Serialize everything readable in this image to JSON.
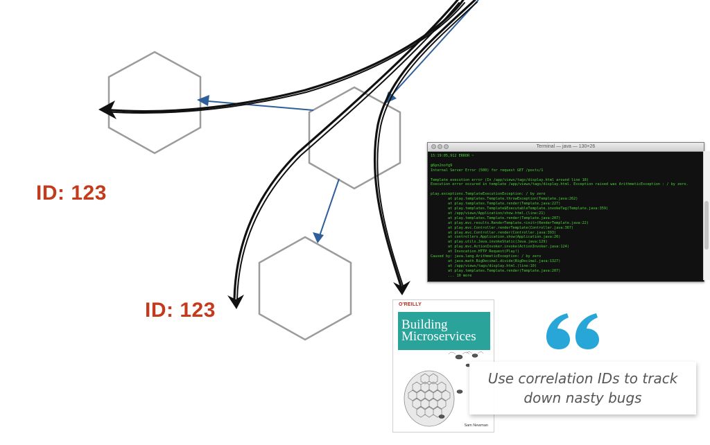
{
  "labels": {
    "id_label_1": "ID: 123",
    "id_label_2": "ID: 123"
  },
  "terminal": {
    "title": "Terminal — java — 130×26",
    "lines": [
      "15:19:05,912 ERROR ~",
      "",
      "@6pn2nofg9",
      "Internal Server Error (500) for request GET /posts/1",
      "",
      "Template execution error (In /app/views/tags/display.html around line 18)",
      "Execution error occured in template /app/views/tags/display.html. Exception raised was ArithmeticException : / by zero.",
      "",
      "play.exceptions.TemplateExecutionException: / by zero",
      "        at play.templates.Template.throwException(Template.java:262)",
      "        at play.templates.Template.render(Template.java:227)",
      "        at play.templates.Template$ExecutableTemplate.invokeTag(Template.java:359)",
      "        at /app/views/Application/show.html.(line:21)",
      "        at play.templates.Template.render(Template.java:207)",
      "        at play.mvc.results.RenderTemplate.<init>(RenderTemplate.java:22)",
      "        at play.mvc.Controller.renderTemplate(Controller.java:367)",
      "        at play.mvc.Controller.render(Controller.java:393)",
      "        at controllers.Application.show(Application.java:26)",
      "        at play.utils.Java.invokeStatic(Java.java:129)",
      "        at play.mvc.ActionInvoker.invoke(ActionInvoker.java:124)",
      "        at Invocation.HTTP Request(Play!)",
      "Caused by: java.lang.ArithmeticException: / by zero",
      "        at java.math.BigDecimal.divide(BigDecimal.java:1327)",
      "        at /app/views/tags/display.html.(line:10)",
      "        at play.templates.Template.render(Template.java:207)",
      "        ... 10 more"
    ]
  },
  "book": {
    "publisher": "O'REILLY",
    "title_line1": "Building",
    "title_line2": "Microservices",
    "subtitle": "DESIGNING FINE-GRAINED SYSTEMS",
    "author": "Sam Newman"
  },
  "quote": {
    "icon": "quote-icon",
    "text": "Use correlation IDs to track down nasty bugs"
  },
  "colors": {
    "hexagon_stroke": "#9b9b9b",
    "blue_arrow": "#2e5f9a",
    "black_arrow": "#111111",
    "id_label": "#c43a1c",
    "quote_icon": "#29a6d8",
    "book_band": "#2aa39a",
    "terminal_text": "#4bd33a"
  }
}
